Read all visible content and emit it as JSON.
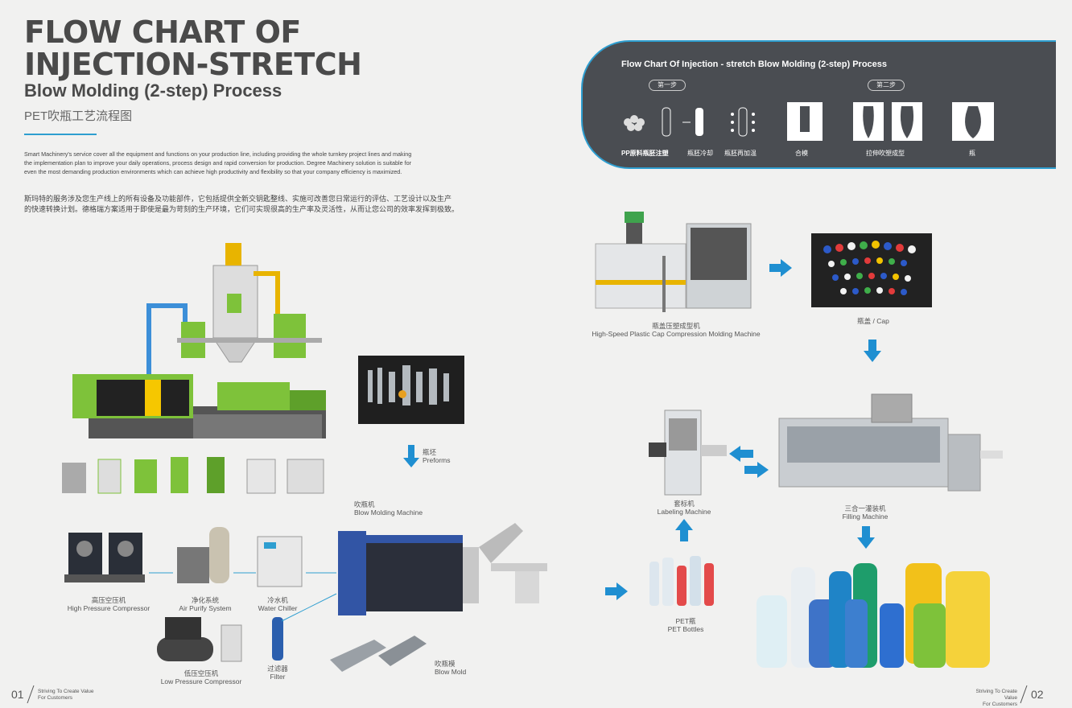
{
  "header": {
    "line1": "FLOW CHART OF",
    "line2": "INJECTION-STRETCH",
    "line3": "Blow Molding (2-step) Process",
    "cn": "PET吹瓶工艺流程图"
  },
  "intro": {
    "en1": "Smart Machinery's service cover all the equipment and functions on your production line, including providing the whole turnkey project lines and making",
    "en2": "the implementation plan to improve your daily operations, process design and rapid conversion for production. Degree Machinery solution is suitable for",
    "en3": "even the most demanding production environments which can achieve high productivity and flexibility so that your company efficiency is maximized.",
    "cn1": "斯玛特的服务涉及您生产线上的所有设备及功能部件，它包括提供全新交钥匙整线、实施可改善您日常运行的评估、工艺设计以及生产",
    "cn2": "的快速转换计划。德格瑞方案适用于即使是最为苛刻的生产环境，它们可实现很高的生产率及灵活性，从而让您公司的效率发挥到极致。"
  },
  "panel": {
    "title": "Flow Chart Of Injection - stretch Blow Molding (2-step) Process",
    "step1": "第一步",
    "step2": "第二步",
    "labels": [
      "PP原料瓶胚注塑",
      "瓶胚冷却",
      "瓶胚再加温",
      "合模",
      "拉伸吹塑成型",
      "瓶"
    ]
  },
  "labels": {
    "preforms_cn": "瓶坯",
    "preforms_en": "Preforms",
    "blow_cn": "吹瓶机",
    "blow_en": "Blow Molding Machine",
    "hpc_cn": "高压空压机",
    "hpc_en": "High Pressure Compressor",
    "aps_cn": "净化系统",
    "aps_en": "Air Purify System",
    "chiller_cn": "冷水机",
    "chiller_en": "Water Chiller",
    "lpc_cn": "低压空压机",
    "lpc_en": "Low Pressure Compressor",
    "filter_cn": "过滤器",
    "filter_en": "Filter",
    "mold_cn": "吹瓶模",
    "mold_en": "Blow Mold",
    "capmach_cn": "瓶盖压塑成型机",
    "capmach_en": "High-Speed Plastic Cap Compression Molding Machine",
    "cap": "瓶盖 / Cap",
    "label_cn": "套标机",
    "label_en": "Labeling Machine",
    "fill_cn": "三合一灌装机",
    "fill_en": "Filling Machine",
    "pet_cn": "PET瓶",
    "pet_en": "PET Bottles"
  },
  "footer": {
    "left_num": "01",
    "left_text1": "Striving To Create Value",
    "left_text2": "For Customers",
    "right_text1": "Striving To Create Value",
    "right_text2": "For Customers",
    "right_num": "02"
  },
  "colors": {
    "accent": "#2e9ed0",
    "panel": "#4a4d52",
    "title": "#4a4a4a",
    "arrow": "#1f8fd1"
  }
}
